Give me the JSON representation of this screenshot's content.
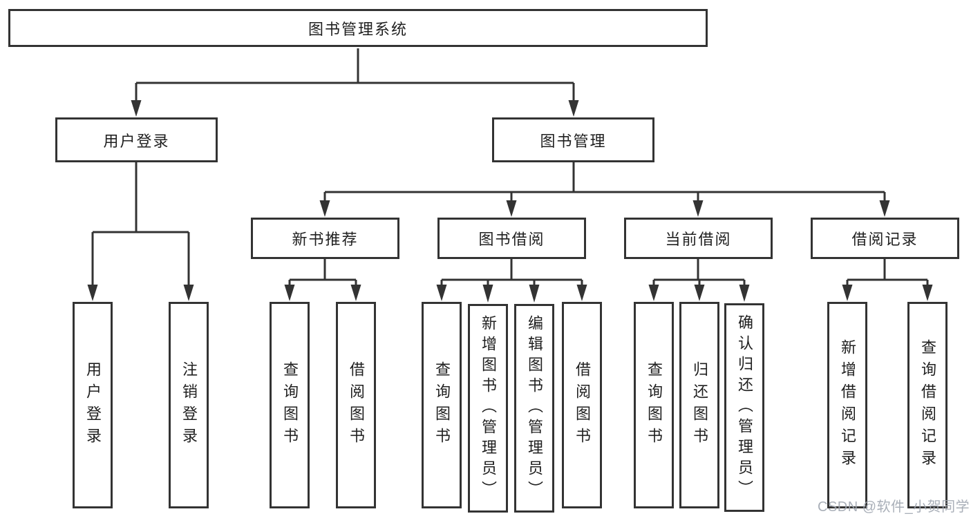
{
  "diagram_title": "图书管理系统",
  "tree": {
    "root": {
      "label": "图书管理系统"
    },
    "branches": [
      {
        "label": "用户登录",
        "children": [
          {
            "label": "用户登录"
          },
          {
            "label": "注销登录"
          }
        ]
      },
      {
        "label": "图书管理",
        "children": [
          {
            "label": "新书推荐",
            "children": [
              {
                "label": "查询图书"
              },
              {
                "label": "借阅图书"
              }
            ]
          },
          {
            "label": "图书借阅",
            "children": [
              {
                "label": "查询图书"
              },
              {
                "label": "新增图书（管理员）"
              },
              {
                "label": "编辑图书（管理员）"
              },
              {
                "label": "借阅图书"
              }
            ]
          },
          {
            "label": "当前借阅",
            "children": [
              {
                "label": "查询图书"
              },
              {
                "label": "归还图书"
              },
              {
                "label": "确认归还（管理员）"
              }
            ]
          },
          {
            "label": "借阅记录",
            "children": [
              {
                "label": "新增借阅记录"
              },
              {
                "label": "查询借阅记录"
              }
            ]
          }
        ]
      }
    ]
  },
  "watermark": {
    "text": "CSDN @软件_小贺同学"
  },
  "colors": {
    "line": "#333333",
    "box_border": "#333333",
    "box_fill": "#ffffff",
    "text": "#1f1f1f",
    "watermark": "#a0a6b0",
    "background": "#ffffff"
  }
}
